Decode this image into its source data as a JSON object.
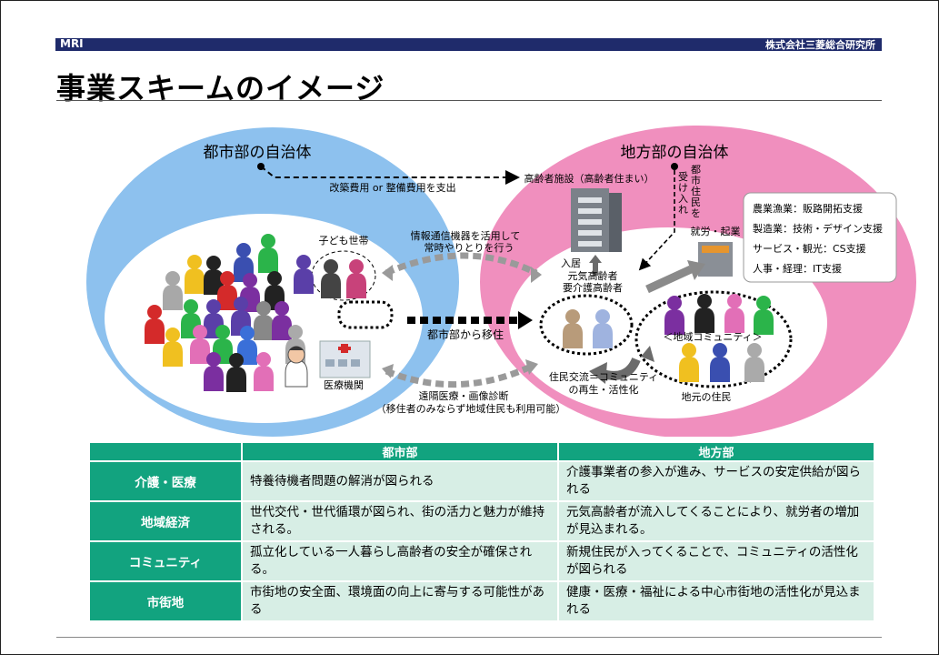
{
  "header": {
    "logo": "MRI",
    "company": "株式会社三菱総合研究所"
  },
  "title": "事業スキームのイメージ",
  "diagram": {
    "urban_label": "都市部の自治体",
    "rural_label": "地方部の自治体",
    "cost_label": "改築費用 or 整備費用を支出",
    "facility_label": "高齢者施設（高齢者住まい）",
    "accept_label": "都市住民を受け入れ",
    "children_label": "子ども世帯",
    "ict_label_1": "情報通信機器を活用して",
    "ict_label_2": "常時やりとりを行う",
    "move_in_label": "入居",
    "elderly_label_1": "元気高齢者",
    "elderly_label_2": "要介護高齢者",
    "employment_label": "就労・起業",
    "support_items": [
      "農業漁業：販路開拓支援",
      "製造業：技術・デザイン支援",
      "サービス・観光：CS支援",
      "人事・経理：IT支援"
    ],
    "migration_label": "都市部から移住",
    "community_label": "＜地域コミュニティ＞",
    "medical_label": "医療機関",
    "remote_label_1": "遠隔医療・画像診断",
    "remote_label_2": "（移住者のみならず地域住民も利用可能）",
    "exchange_label_1": "住民交流＝コミュニティ",
    "exchange_label_2": "の再生・活性化",
    "residents_label": "地元の住民",
    "colors": {
      "urban": "#8dc1ee",
      "rural": "#f08fbe",
      "table_header": "#12a37f",
      "table_cell": "#d7eee5"
    }
  },
  "table": {
    "columns": [
      "",
      "都市部",
      "地方部"
    ],
    "rows": [
      {
        "label": "介護・医療",
        "urban": "特養待機者問題の解消が図られる",
        "rural": "介護事業者の参入が進み、サービスの安定供給が図られる"
      },
      {
        "label": "地域経済",
        "urban": "世代交代・世代循環が図られ、街の活力と魅力が維持される。",
        "rural": "元気高齢者が流入してくることにより、就労者の増加が見込まれる。"
      },
      {
        "label": "コミュニティ",
        "urban": "孤立化している一人暮らし高齢者の安全が確保される。",
        "rural": "新規住民が入ってくることで、コミュニティの活性化が図られる"
      },
      {
        "label": "市街地",
        "urban": "市街地の安全面、環境面の向上に寄与する可能性がある",
        "rural": "健康・医療・福祉による中心市街地の活性化が見込まれる"
      }
    ]
  }
}
